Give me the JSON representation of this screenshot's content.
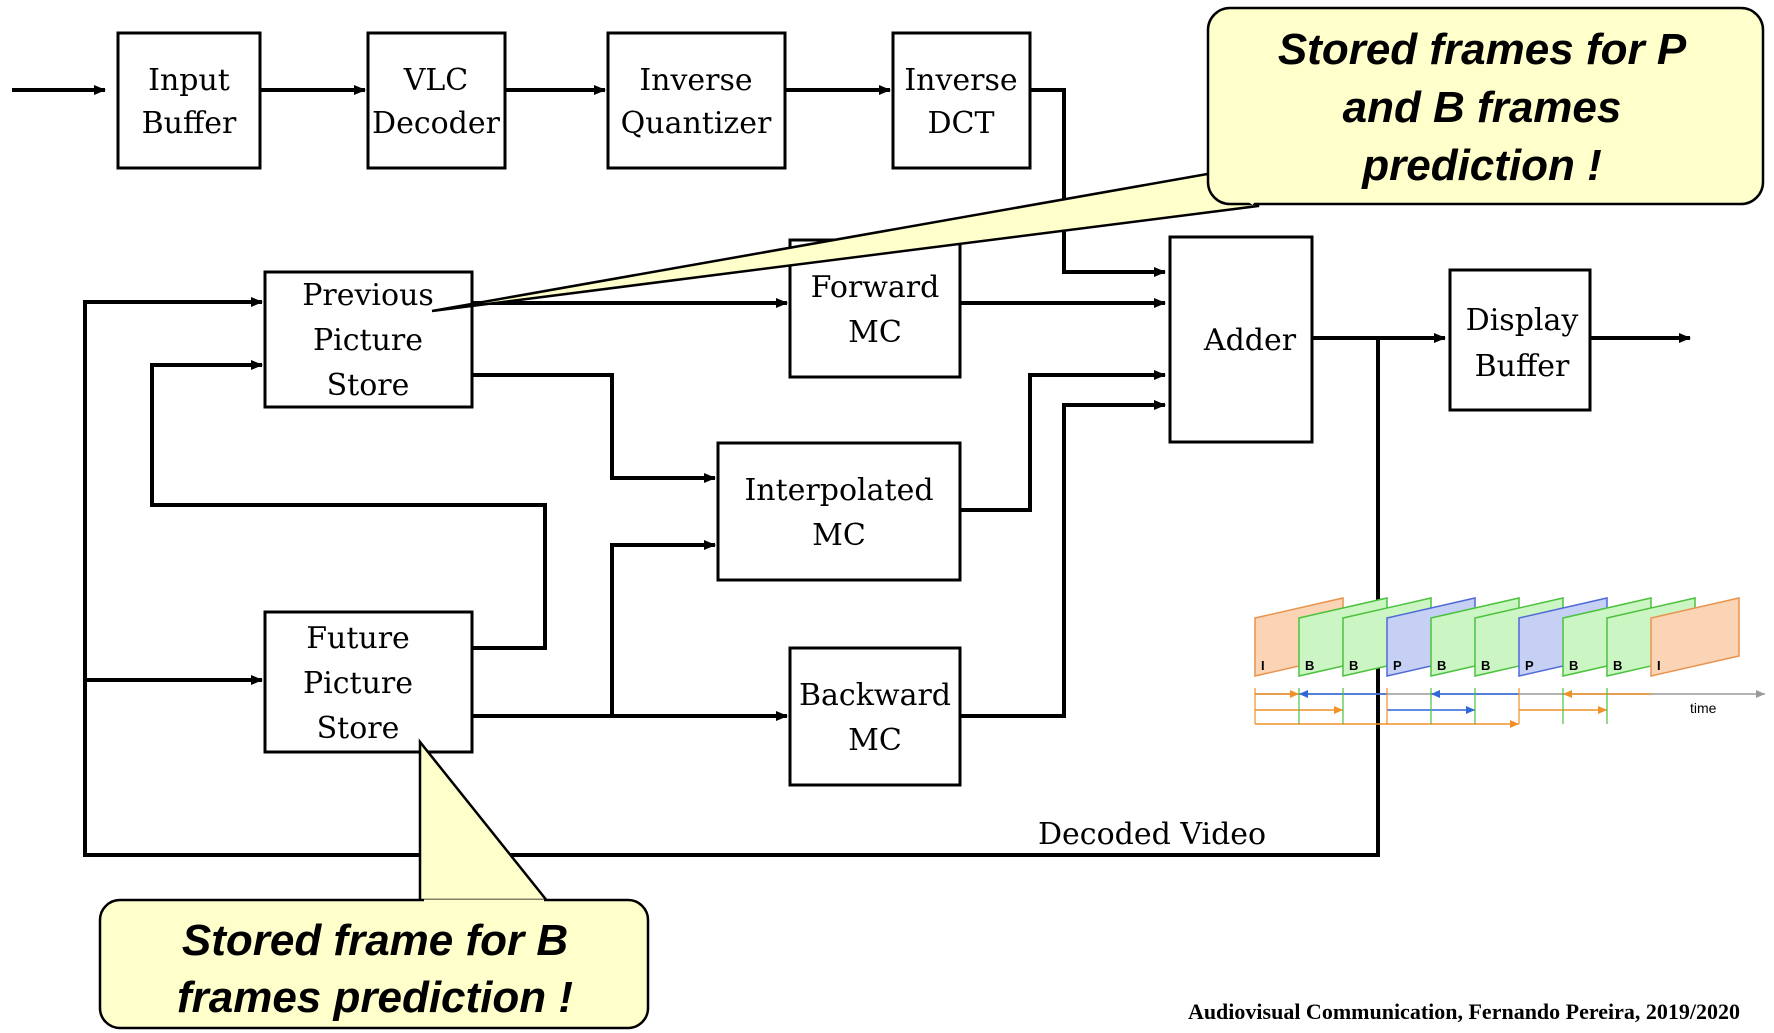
{
  "blocks": {
    "input_buffer": [
      "Input",
      "Buffer"
    ],
    "vlc_decoder": [
      "VLC",
      "Decoder"
    ],
    "inverse_quantizer": [
      "Inverse",
      "Quantizer"
    ],
    "inverse_dct": [
      "Inverse",
      "DCT"
    ],
    "previous_store": [
      "Previous",
      "Picture",
      "Store"
    ],
    "future_store": [
      "Future",
      "Picture",
      "Store"
    ],
    "forward_mc": [
      "Forward",
      "MC"
    ],
    "interpolated_mc": [
      "Interpolated",
      "MC"
    ],
    "backward_mc": [
      "Backward",
      "MC"
    ],
    "adder": [
      "Adder"
    ],
    "display_buffer": [
      "Display",
      "Buffer"
    ]
  },
  "decoded_video_label": "Decoded Video",
  "callouts": {
    "top": [
      "Stored frames for P",
      "and B frames",
      "prediction !"
    ],
    "bottom": [
      "Stored frame for B",
      "frames prediction !"
    ]
  },
  "gop": {
    "frames": [
      "I",
      "B",
      "B",
      "P",
      "B",
      "B",
      "P",
      "B",
      "B",
      "I"
    ],
    "time_label": "time",
    "colors": {
      "I": "#fbd3b5",
      "B": "#ccf5c4",
      "P": "#c6d0f5",
      "I_stroke": "#e8944f",
      "B_stroke": "#4cc23e",
      "P_stroke": "#4f6ad6",
      "forward_arrow": "#f0902a",
      "backward_arrow": "#2f67d8"
    }
  },
  "footer": "Audiovisual Communication, Fernando Pereira, 2019/2020"
}
